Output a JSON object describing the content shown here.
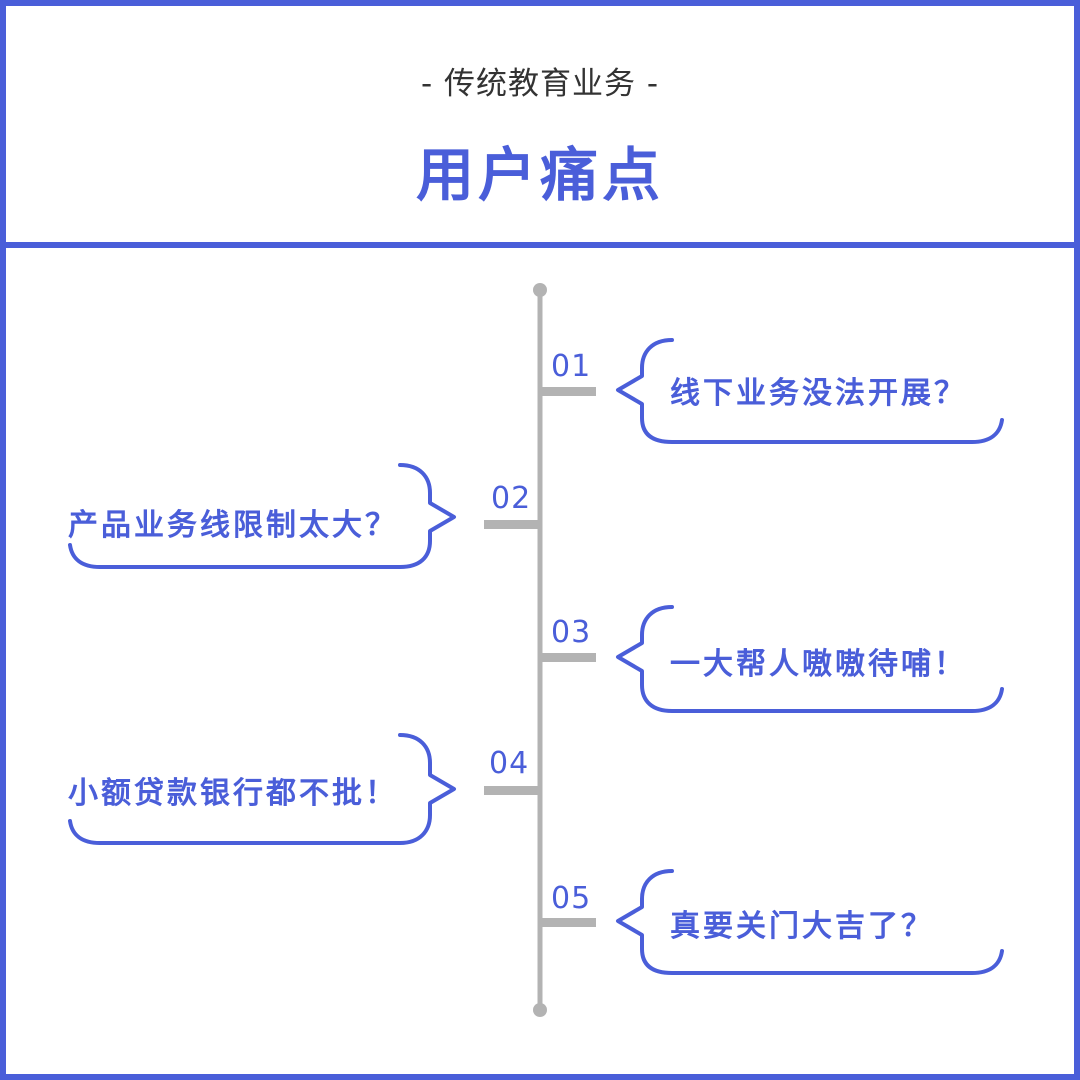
{
  "header": {
    "subtitle": "- 传统教育业务 -",
    "title": "用户痛点"
  },
  "colors": {
    "accent": "#4a5ed9",
    "line": "#b3b3b3",
    "text_dark": "#333333"
  },
  "timeline": {
    "items": [
      {
        "number": "01",
        "text": "线下业务没法开展？",
        "side": "right"
      },
      {
        "number": "02",
        "text": "产品业务线限制太大？",
        "side": "left"
      },
      {
        "number": "03",
        "text": "一大帮人嗷嗷待哺！",
        "side": "right"
      },
      {
        "number": "04",
        "text": "小额贷款银行都不批！",
        "side": "left"
      },
      {
        "number": "05",
        "text": "真要关门大吉了？",
        "side": "right"
      }
    ]
  }
}
